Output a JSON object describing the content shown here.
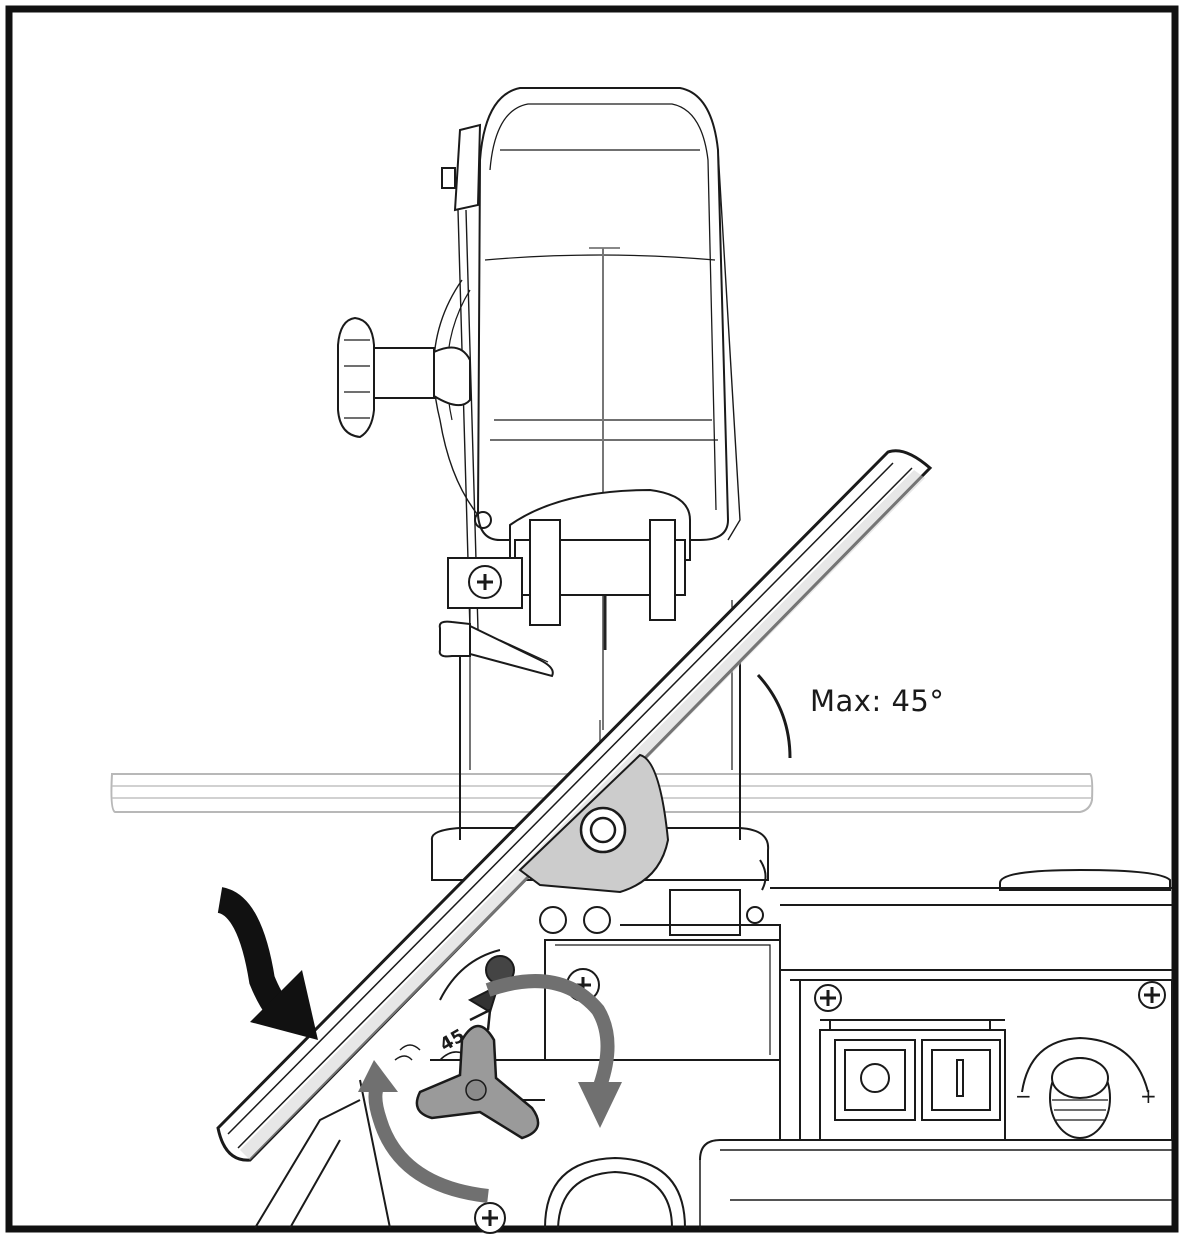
{
  "diagram": {
    "angle_label": "Max: 45°",
    "scale_mark": "45",
    "minus_symbol": "−",
    "plus_symbol": "+",
    "switch_off_symbol": "O",
    "switch_on_symbol": "I"
  },
  "colors": {
    "frame": "#111111",
    "line": "#1a1a1a",
    "table_gray": "#b5b5b5",
    "arrow_dark": "#111111",
    "arrow_gray": "#707070",
    "knob_gray": "#9a9a9a",
    "bracket_gray": "#c8c8c8"
  }
}
